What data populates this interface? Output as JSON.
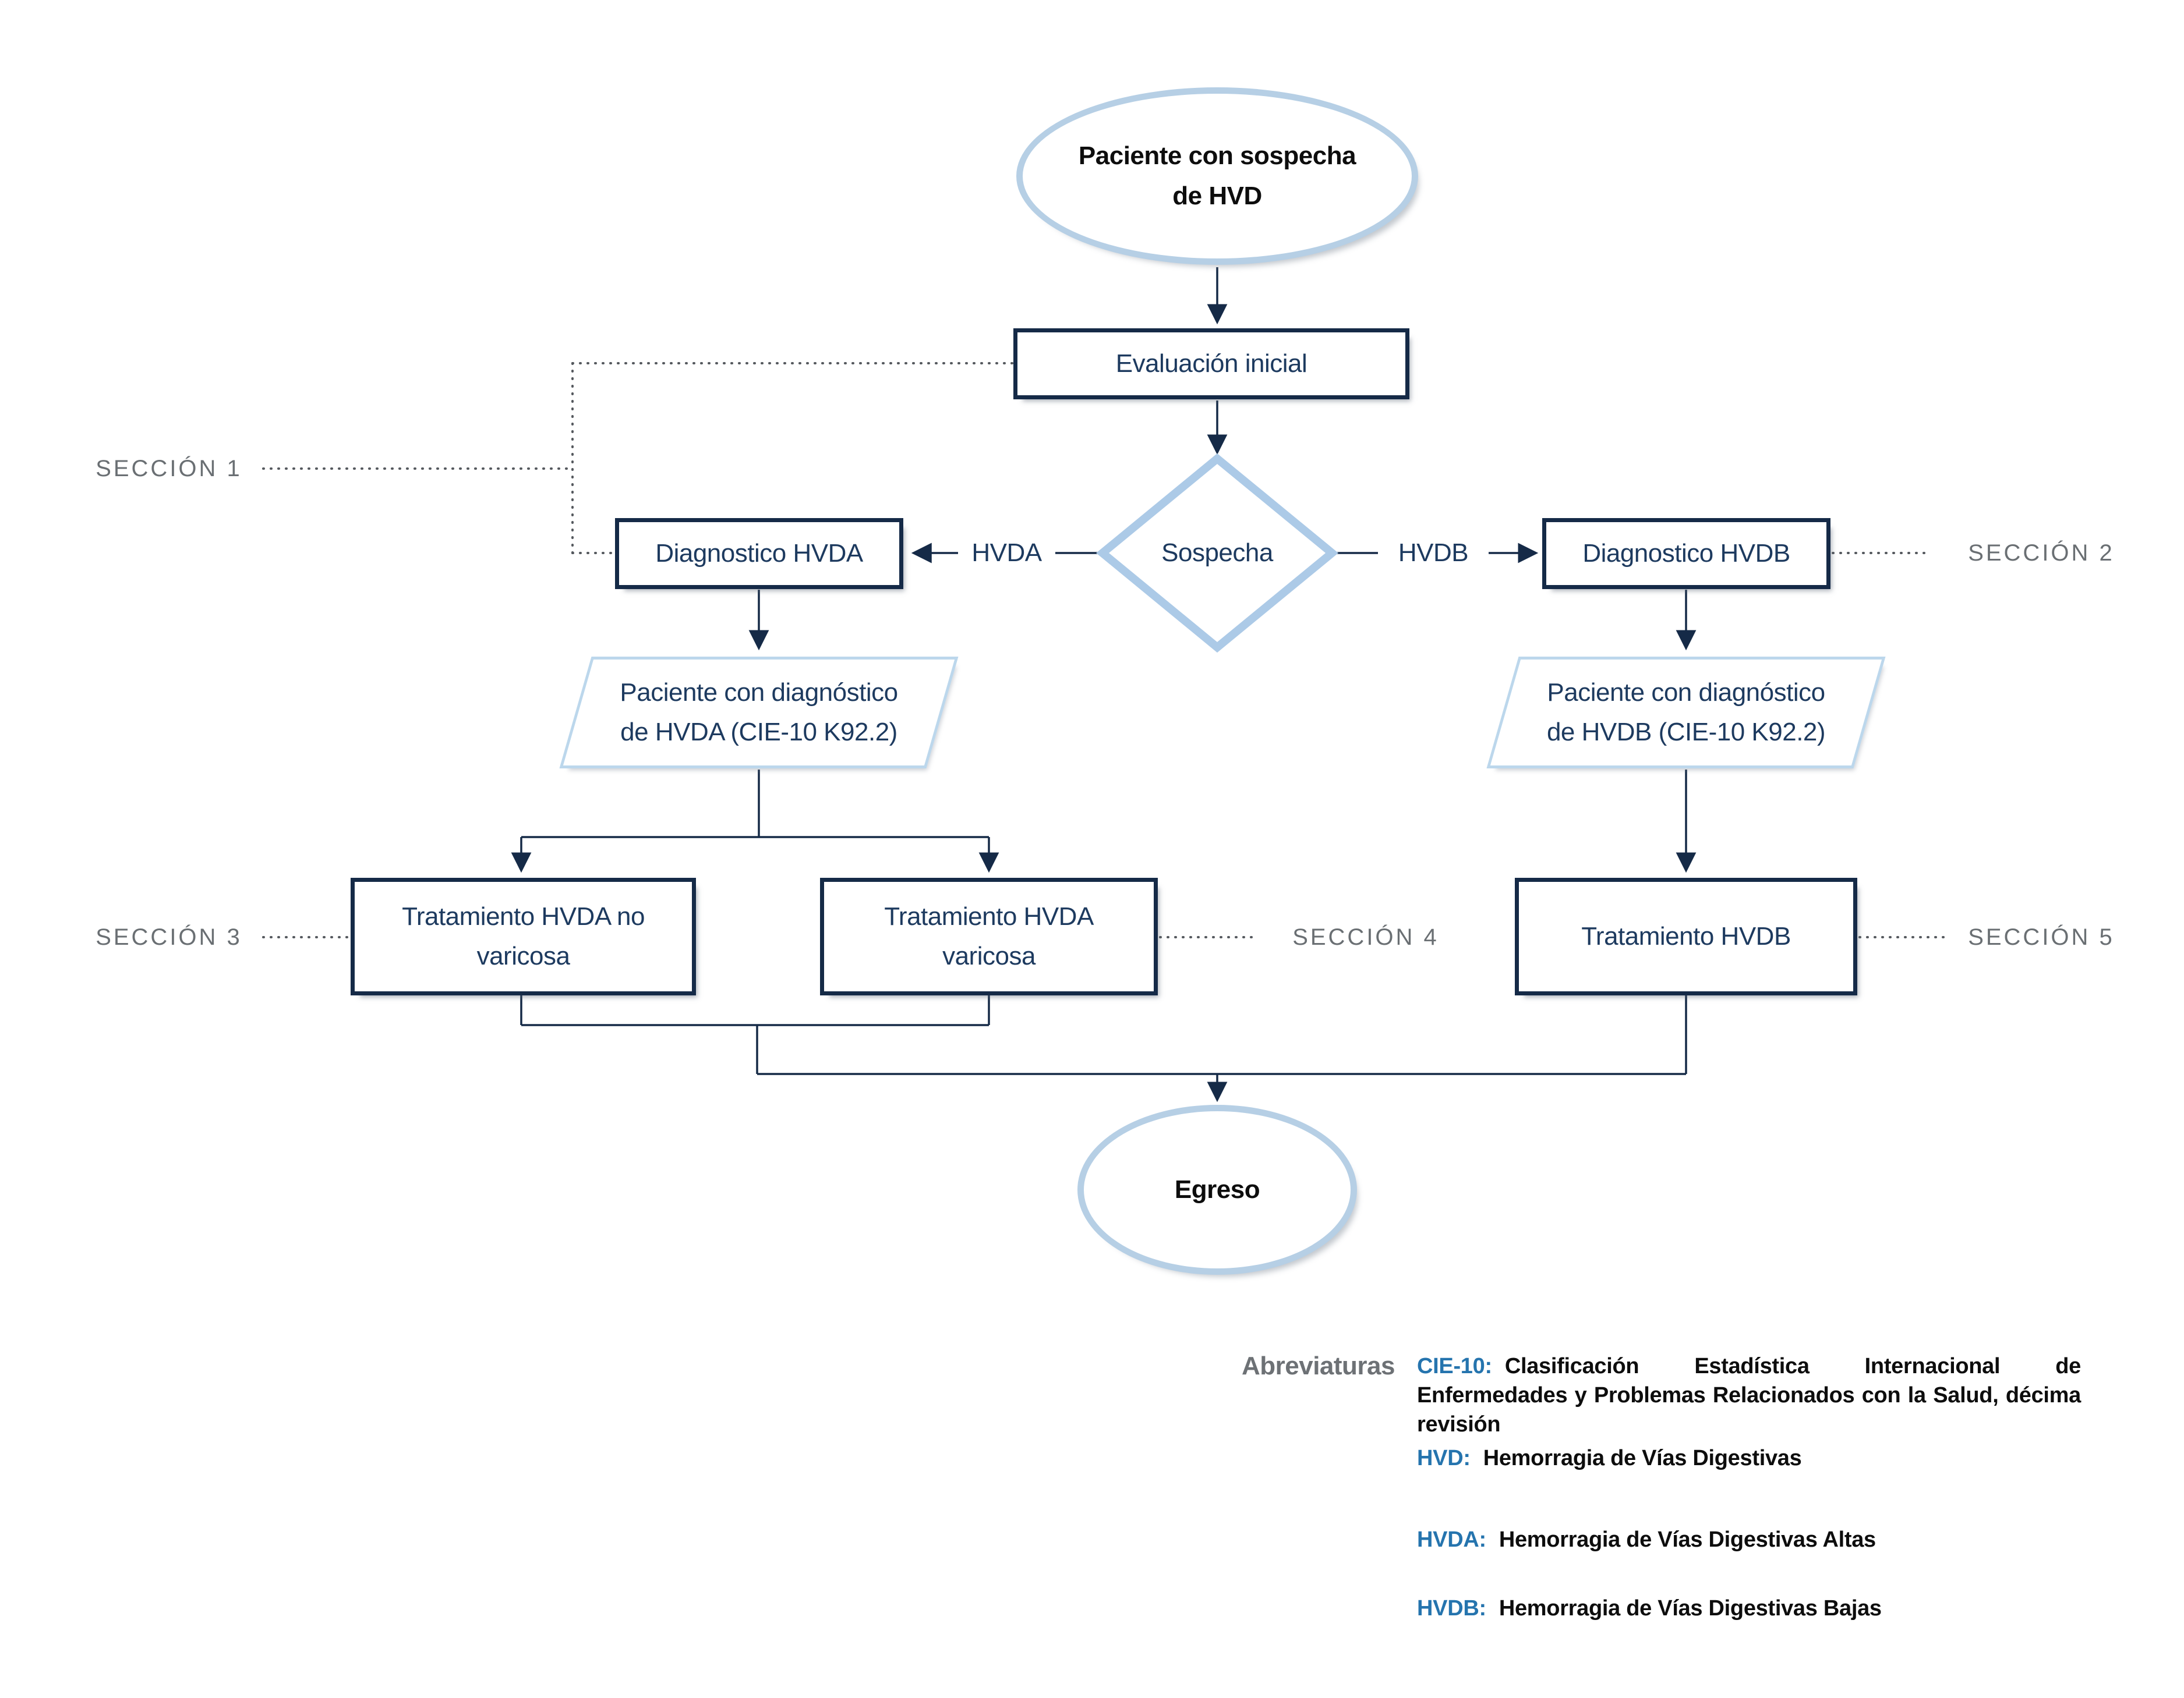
{
  "colors": {
    "navy": "#152a47",
    "navy-text": "#1d3a5f",
    "light-blue": "#b6cfe5",
    "pgram-blue": "#bcd7ec",
    "diamond-blue": "#accae7",
    "label-gray": "#6a6f73",
    "heading-gray": "#6d7175",
    "term-blue": "#2574ae",
    "dot-gray": "#55595e",
    "ink": "#0d0d0d"
  },
  "flowchart": {
    "start": "Paciente con sospecha de HVD",
    "eval": "Evaluación inicial",
    "decision": "Sospecha",
    "branch_left_label": "HVDA",
    "branch_right_label": "HVDB",
    "diag_hvda": "Diagnostico HVDA",
    "diag_hvdb": "Diagnostico HVDB",
    "pac_hvda": "Paciente con diagnóstico de HVDA (CIE-10 K92.2)",
    "pac_hvdb": "Paciente con diagnóstico de HVDB (CIE-10 K92.2)",
    "trat_hvda_novar": "Tratamiento HVDA no varicosa",
    "trat_hvda_var": "Tratamiento HVDA varicosa",
    "trat_hvdb": "Tratamiento HVDB",
    "end": "Egreso",
    "sections": {
      "s1": "SECCIÓN 1",
      "s2": "SECCIÓN 2",
      "s3": "SECCIÓN 3",
      "s4": "SECCIÓN 4",
      "s5": "SECCIÓN 5"
    }
  },
  "abbreviations": {
    "title": "Abreviaturas",
    "items": [
      {
        "term": "CIE-10:",
        "definition": "Clasificación Estadística Internacional de Enfermedades y Problemas Relacionados con la Salud, décima revisión"
      },
      {
        "term": "HVD:",
        "definition": "Hemorragia de Vías Digestivas"
      },
      {
        "term": "HVDA:",
        "definition": "Hemorragia de Vías Digestivas Altas"
      },
      {
        "term": "HVDB:",
        "definition": "Hemorragia de Vías Digestivas Bajas"
      }
    ]
  }
}
